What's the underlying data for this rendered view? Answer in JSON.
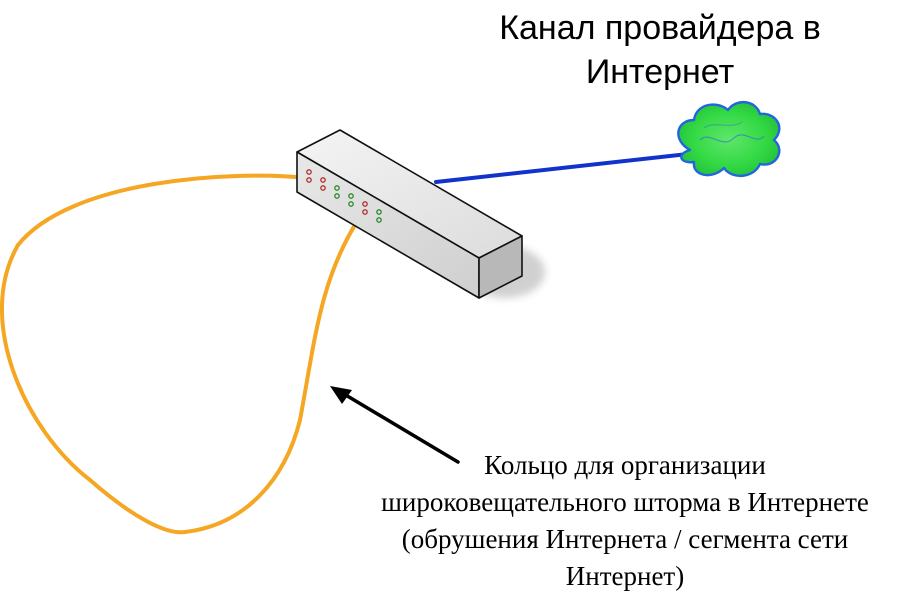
{
  "title": {
    "line1": "Канал провайдера в",
    "line2": "Интернет"
  },
  "caption": {
    "line1": "Кольцо для организации",
    "line2": "широковещательного шторма в Интернете",
    "line3": "(обрушения Интернета / сегмента сети",
    "line4": "Интернет)"
  },
  "icons": {
    "switch": "network-switch-icon",
    "cloud": "internet-cloud-icon"
  },
  "colors": {
    "loop_cable": "#f5a623",
    "uplink_cable": "#1133cc",
    "cloud_fill": "#33dd44",
    "cloud_edge": "#2266dd",
    "arrow": "#000000",
    "port_led_red": "#b0302a",
    "port_led_green": "#2a8a2a"
  }
}
